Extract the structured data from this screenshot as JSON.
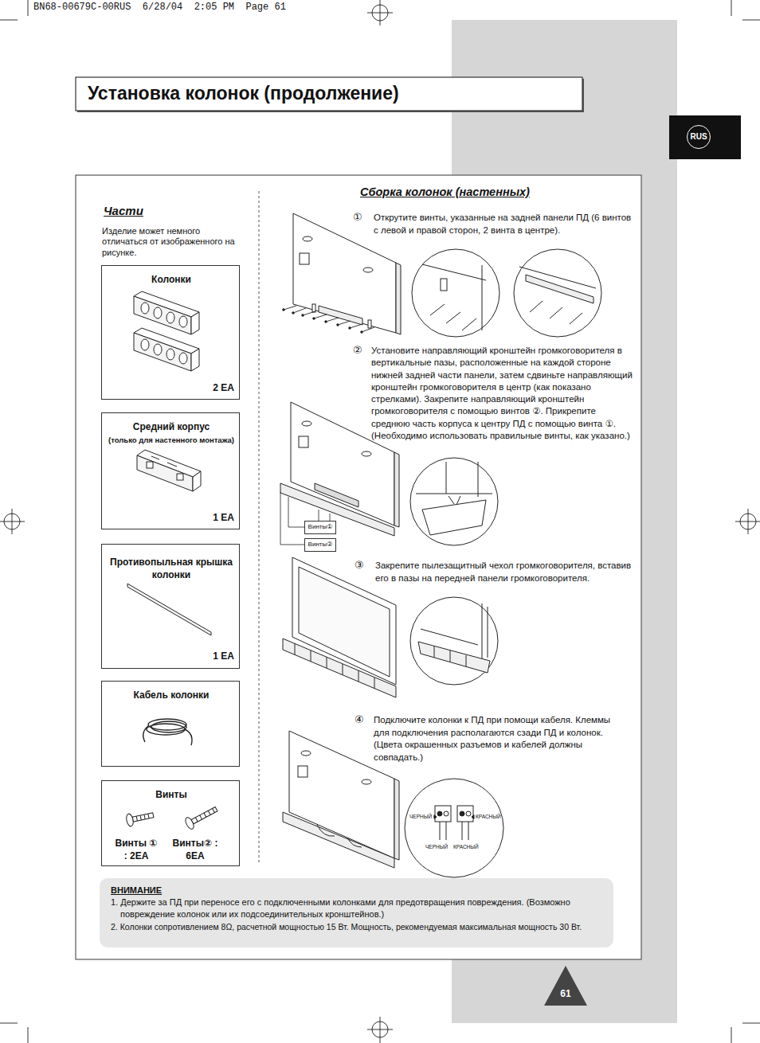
{
  "diagram": {
    "title": "Установка колонок (продолжение)",
    "nodes": [
      {
        "text": [
          "RUS"
        ]
      },
      {
        "text": [
          "Колонки",
          "2 EA"
        ]
      },
      {
        "text": [
          "Средний корпус",
          "(только для настенного монтажа)",
          "1 EA"
        ]
      },
      {
        "text": [
          "Противопыльная крышка колонки",
          "1 EA"
        ]
      },
      {
        "text": [
          "Кабель колонки"
        ]
      },
      {
        "text": [
          "Винты",
          "Винты ① : 2EA",
          "Винты② : 6EA"
        ]
      },
      {
        "text": [
          "Винты①"
        ]
      },
      {
        "text": [
          "Винты②"
        ]
      },
      {
        "text": [
          "ВНИМАНИЕ",
          "1. Держите за ПД при переносе его с подключенными колонками для предотвращения повреждения. (Возможно повреждение колонок или их подсоединительных кронштейнов.)",
          "2. Колонки сопротивлением 8Ω, расчетной мощностью 15 Вт. Мощность, рекомендуемая максимальная мощность 30 Вт."
        ]
      },
      {
        "text": [
          "61"
        ]
      }
    ],
    "labels": [
      "BN68-00679C-00RUS  6/28/04  2:05 PM  Page 61",
      "Части",
      "Изделие может немного отличаться от изображенного на рисунке.",
      "Сборка колонок (настенных)",
      "①",
      "Открутите винты, указанные на задней панели ПД (6 винтов с левой и правой сторон, 2 винта в центре).",
      "②",
      "Установите направляющий кронштейн громкоговорителя в вертикальные пазы, расположенные на каждой стороне нижней задней части панели, затем сдвиньте направляющий кронштейн громкоговорителя в центр (как показано стрелками). Закрепите направляющий кронштейн громкоговорителя с помощью винтов ②. Прикрепите среднюю часть корпуса к центру ПД с помощью винта ①. (Необходимо использовать правильные винты, как указано.)",
      "③",
      "Закрепите пылезащитный чехол громкоговорителя, вставив его в пазы на передней панели громкоговорителя.",
      "④",
      "Подключите колонки к ПД при помощи кабеля. Клеммы для подключения располагаются сзади ПД и колонок. (Цвета окрашенных разъемов и кабелей должны совпадать.)",
      "ЧЕРНЫЙ",
      "КРАСНЫЙ",
      "ЧЕРНЫЙ",
      "КРАСНЫЙ"
    ]
  }
}
